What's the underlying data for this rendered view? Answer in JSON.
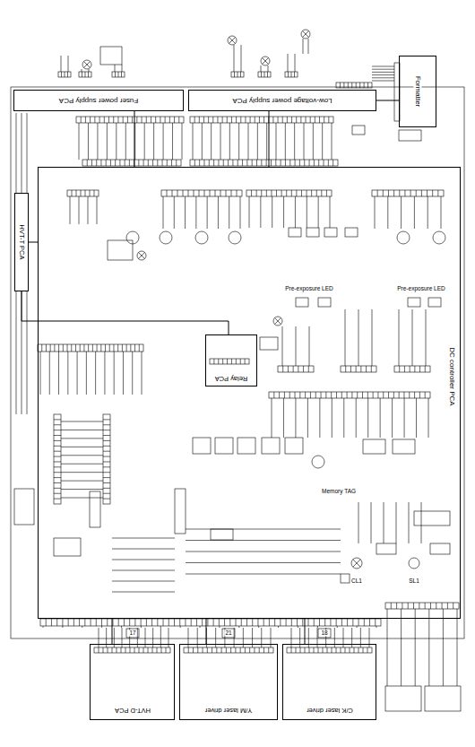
{
  "diagram": {
    "nodes": [
      {
        "text": [
          "Fuser power supply PCA"
        ]
      },
      {
        "text": [
          "Low-voltage power supply PCA"
        ]
      },
      {
        "text": [
          "Formatter"
        ]
      },
      {
        "text": [
          "DC controller PCA"
        ]
      },
      {
        "text": [
          "HVT-T PCA"
        ]
      },
      {
        "text": [
          "Relay PCA"
        ],
        "in": 3
      },
      {
        "text": [
          "HVT-D PCA"
        ]
      },
      {
        "text": [
          "Y/M laser driver"
        ]
      },
      {
        "text": [
          "C/K laser driver"
        ]
      }
    ],
    "edges": [
      {
        "from": 0,
        "to": 3,
        "arrow": "none"
      },
      {
        "from": 1,
        "to": 3,
        "arrow": "none"
      },
      {
        "from": 1,
        "to": 2,
        "arrow": "none"
      },
      {
        "from": 3,
        "to": 6,
        "arrow": "none"
      },
      {
        "from": 3,
        "to": 7,
        "arrow": "none"
      },
      {
        "from": 3,
        "to": 8,
        "arrow": "none"
      },
      {
        "from": 4,
        "to": 3,
        "arrow": "none"
      },
      {
        "from": 4,
        "to": 5,
        "arrow": "none"
      }
    ],
    "labels": [
      "Pre-exposure LED",
      "Pre-exposure LED",
      "Memory TAG",
      "17",
      "21",
      "18",
      "CL1",
      "SL1"
    ]
  }
}
